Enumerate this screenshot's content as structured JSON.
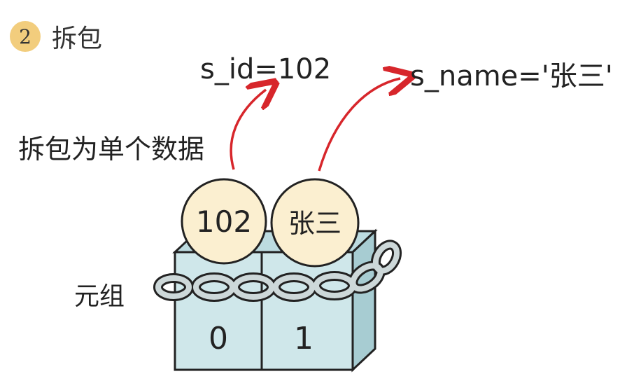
{
  "step": {
    "number": "2",
    "title": "拆包"
  },
  "variables": {
    "id": "s_id=102",
    "name": "s_name='张三'"
  },
  "note": "拆包为单个数据",
  "tuple": {
    "label": "元组",
    "items": [
      {
        "value": "102",
        "index": "0"
      },
      {
        "value": "张三",
        "index": "1"
      }
    ]
  },
  "colors": {
    "badge": "#f2cd7d",
    "arrow": "#d7262b",
    "box_front": "#cfe7ea",
    "box_side": "#a7ccd2",
    "ball": "#fbefd0",
    "chain": "#cdd8d9"
  },
  "icons": [
    "curved-arrow",
    "chain"
  ]
}
